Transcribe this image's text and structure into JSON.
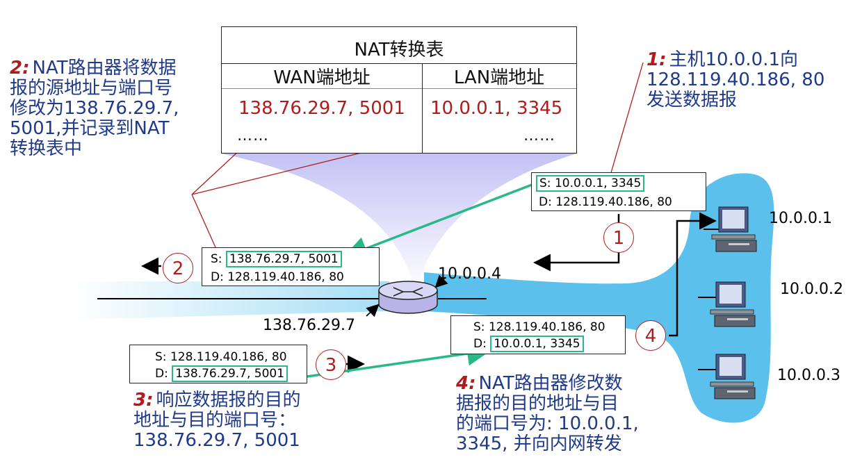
{
  "nat_table": {
    "title": "NAT转换表",
    "wan_header": "WAN端地址",
    "lan_header": "LAN端地址",
    "wan_value": "138.76.29.7, 5001",
    "lan_value": "10.0.0.1, 3345",
    "wan_more": "……",
    "lan_more": "……"
  },
  "annotations": {
    "step1": {
      "num": "1:",
      "lines": [
        "主机10.0.0.1向",
        "128.119.40.186, 80",
        "发送数据报"
      ]
    },
    "step2": {
      "num": "2:",
      "lines": [
        "NAT路由器将数据",
        "报的源地址与端口号",
        "修改为138.76.29.7,",
        "5001,并记录到NAT",
        "转换表中"
      ]
    },
    "step3": {
      "num": "3:",
      "lines": [
        "响应数据报的目的",
        "地址与目的端口号：",
        " 138.76.29.7, 5001"
      ]
    },
    "step4": {
      "num": "4:",
      "lines": [
        "NAT路由器修改数",
        "据报的目的地址与目",
        "的端口号为: 10.0.0.1,",
        "3345, 并向内网转发"
      ]
    }
  },
  "packets": {
    "p1": {
      "s_prefix": "S: ",
      "s_value": "10.0.0.1, 3345",
      "d_prefix": "D: ",
      "d_value": "128.119.40.186, 80"
    },
    "p2": {
      "s_prefix": "S: ",
      "s_value": "138.76.29.7, 5001",
      "d_prefix": "D: ",
      "d_value": "128.119.40.186, 80"
    },
    "p3": {
      "s_prefix": "S: ",
      "s_value": "128.119.40.186, 80",
      "d_prefix": "D: ",
      "d_value": "138.76.29.7, 5001"
    },
    "p4": {
      "s_prefix": "S: ",
      "s_value": "128.119.40.186, 80",
      "d_prefix": "D: ",
      "d_value": "10.0.0.1, 3345"
    }
  },
  "step_markers": [
    "1",
    "2",
    "3",
    "4"
  ],
  "addresses": {
    "router_lan": "10.0.0.4",
    "router_wan": "138.76.29.7",
    "host1": "10.0.0.1",
    "host2": "10.0.0.2",
    "host3": "10.0.0.3"
  },
  "colors": {
    "text_blue": "#1f3a8a",
    "accent_red": "#b01c1c",
    "highlight_green": "#29b889",
    "lan_cloud": "#5bc0eb"
  }
}
